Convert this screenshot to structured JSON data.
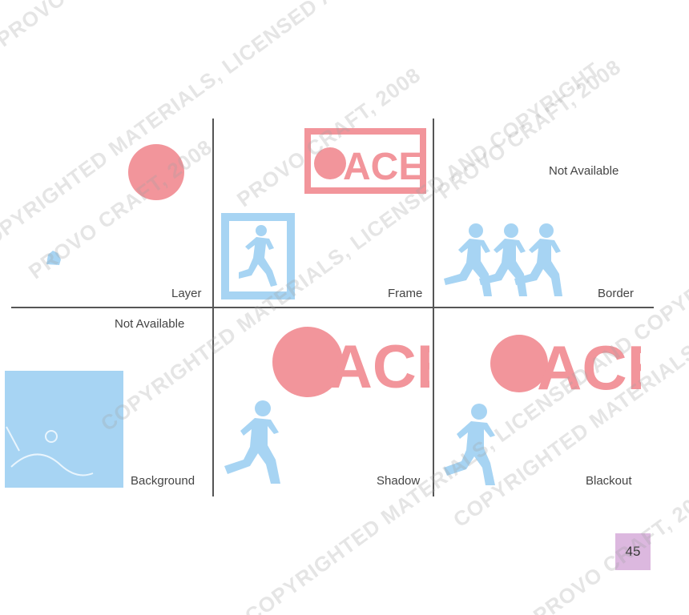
{
  "cells": [
    {
      "label": "Layer"
    },
    {
      "label": "Frame"
    },
    {
      "label": "Border",
      "status": "Not Available"
    },
    {
      "label": "Background",
      "status": "Not Available"
    },
    {
      "label": "Shadow"
    },
    {
      "label": "Blackout"
    }
  ],
  "art_text": "ACE!",
  "page_number": "45",
  "watermark": {
    "text_a": "COPYRIGHTED MATERIALS, LICENSED AND COPYRIGHT",
    "text_b": "PROVO CRAFT, 2008"
  },
  "colors": {
    "pink": "#f2959b",
    "blue": "#a7d4f3",
    "page_tab": "#dcb8df",
    "rule": "#555555"
  }
}
